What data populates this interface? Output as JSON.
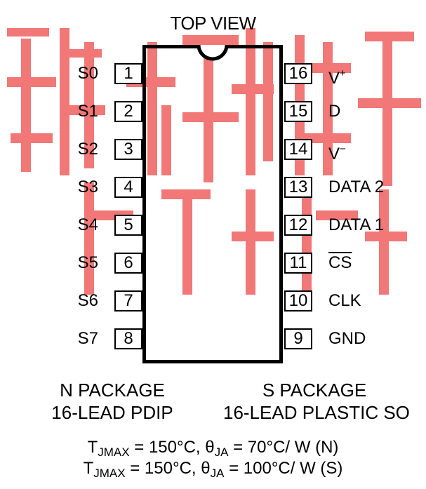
{
  "title": "TOP VIEW",
  "left_pins": [
    {
      "num": "1",
      "label": "S0"
    },
    {
      "num": "2",
      "label": "S1"
    },
    {
      "num": "3",
      "label": "S2"
    },
    {
      "num": "4",
      "label": "S3"
    },
    {
      "num": "5",
      "label": "S4"
    },
    {
      "num": "6",
      "label": "S5"
    },
    {
      "num": "7",
      "label": "S6"
    },
    {
      "num": "8",
      "label": "S7"
    }
  ],
  "right_pins": [
    {
      "num": "16",
      "label": "V",
      "sup": "+"
    },
    {
      "num": "15",
      "label": "D"
    },
    {
      "num": "14",
      "label": "V",
      "sup": "−"
    },
    {
      "num": "13",
      "label": "DATA 2"
    },
    {
      "num": "12",
      "label": "DATA 1"
    },
    {
      "num": "11",
      "label": "CS",
      "overline": true
    },
    {
      "num": "10",
      "label": "CLK"
    },
    {
      "num": "9",
      "label": "GND"
    }
  ],
  "packages": {
    "n": {
      "line1": "N PACKAGE",
      "line2": "16-LEAD PDIP"
    },
    "s": {
      "line1": "S PACKAGE",
      "line2": "16-LEAD PLASTIC SO"
    }
  },
  "thermal": [
    {
      "t": "T",
      "t_sub": "JMAX",
      "mid": " = 150°C, θ",
      "theta_sub": "JA",
      "end": " = 70°C/ W (N)"
    },
    {
      "t": "T",
      "t_sub": "JMAX",
      "mid": " = 150°C, θ",
      "theta_sub": "JA",
      "end": " = 100°C/ W (S)"
    }
  ],
  "watermark_text": "买现货 芯片选 择 电子",
  "colors": {
    "watermark": "#f05a5a"
  }
}
